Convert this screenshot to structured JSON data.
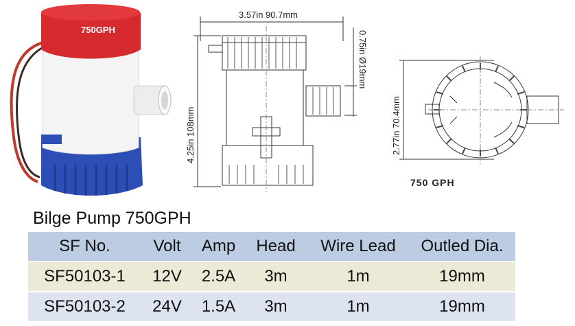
{
  "photo": {
    "label_text": "750GPH",
    "colors": {
      "cap": "#d62a2f",
      "body": "#f4f4f4",
      "base": "#2d4fb5",
      "wire_red": "#c0392b",
      "wire_dark": "#3b2a23"
    }
  },
  "side_view": {
    "width_label": "3.57in  90.7mm",
    "height_label": "4.25in  108mm",
    "outlet_label": "0.75in  Ø19mm"
  },
  "top_view": {
    "diameter_label": "2.77in  70.4mm",
    "caption": "750 GPH"
  },
  "title": "Bilge Pump 750GPH",
  "table": {
    "headers": [
      "SF No.",
      "Volt",
      "Amp",
      "Head",
      "Wire Lead",
      "Outled Dia."
    ],
    "rows": [
      [
        "SF50103-1",
        "12V",
        "2.5A",
        "3m",
        "1m",
        "19mm"
      ],
      [
        "SF50103-2",
        "24V",
        "1.5A",
        "3m",
        "1m",
        "19mm"
      ]
    ],
    "colors": {
      "header": "#bccde3",
      "row1": "#ece9d6",
      "row2": "#dde4f0"
    }
  }
}
